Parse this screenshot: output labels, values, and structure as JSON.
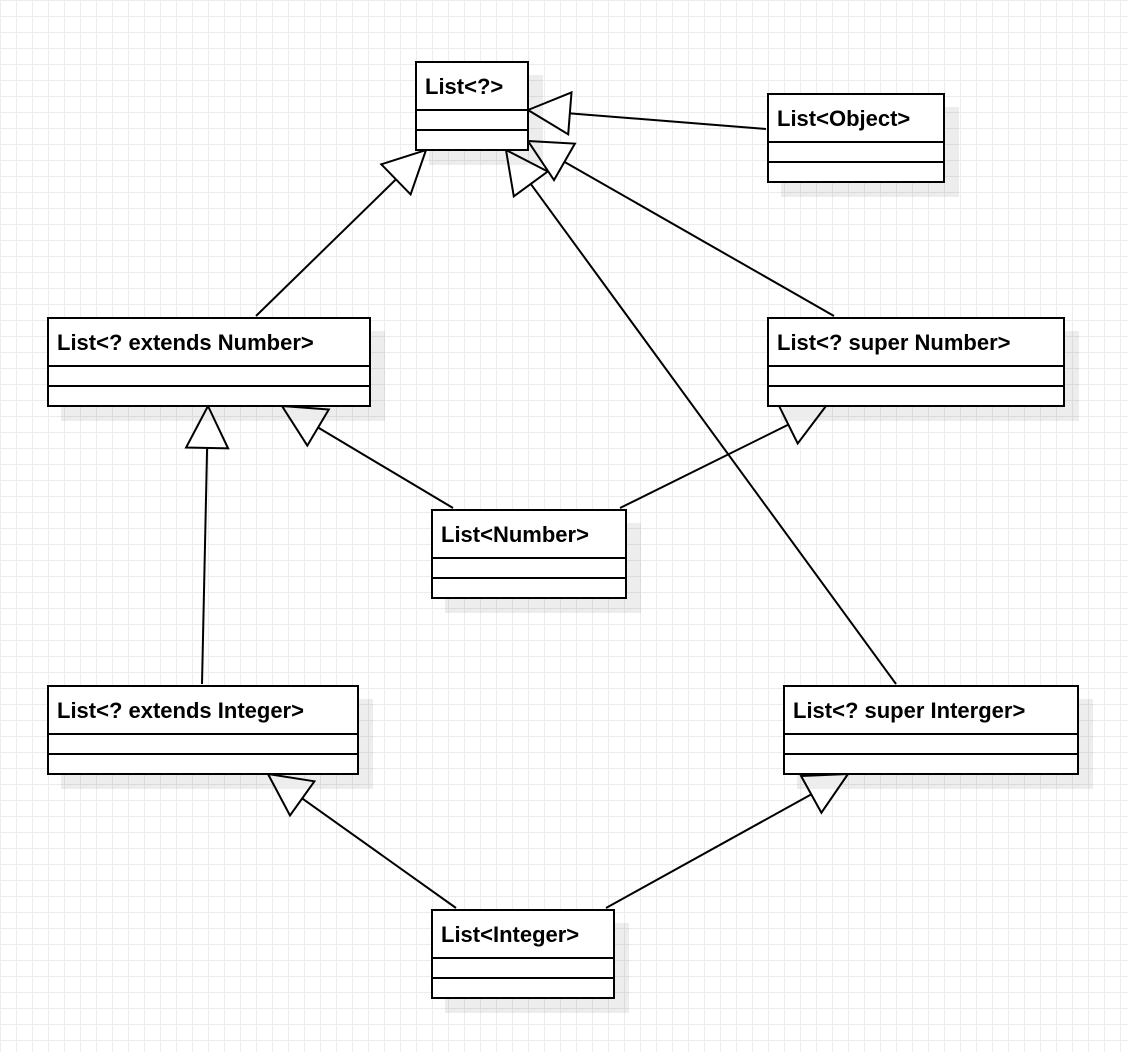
{
  "diagram": {
    "line_color": "#000000",
    "classes": [
      {
        "id": "list-wildcard",
        "name": "List<?>"
      },
      {
        "id": "list-object",
        "name": "List<Object>"
      },
      {
        "id": "list-extends-number",
        "name": "List<? extends Number>"
      },
      {
        "id": "list-super-number",
        "name": "List<? super Number>"
      },
      {
        "id": "list-number",
        "name": "List<Number>"
      },
      {
        "id": "list-extends-integer",
        "name": "List<? extends Integer>"
      },
      {
        "id": "list-super-interger",
        "name": "List<? super Interger>"
      },
      {
        "id": "list-integer",
        "name": "List<Integer>"
      }
    ],
    "relations": [
      {
        "from": "list-object",
        "to": "list-wildcard",
        "type": "generalization"
      },
      {
        "from": "list-extends-number",
        "to": "list-wildcard",
        "type": "generalization"
      },
      {
        "from": "list-super-number",
        "to": "list-wildcard",
        "type": "generalization"
      },
      {
        "from": "list-super-interger",
        "to": "list-wildcard",
        "type": "generalization"
      },
      {
        "from": "list-number",
        "to": "list-extends-number",
        "type": "generalization"
      },
      {
        "from": "list-number",
        "to": "list-super-number",
        "type": "generalization"
      },
      {
        "from": "list-extends-integer",
        "to": "list-extends-number",
        "type": "generalization"
      },
      {
        "from": "list-integer",
        "to": "list-extends-integer",
        "type": "generalization"
      },
      {
        "from": "list-integer",
        "to": "list-super-interger",
        "type": "generalization"
      }
    ]
  }
}
